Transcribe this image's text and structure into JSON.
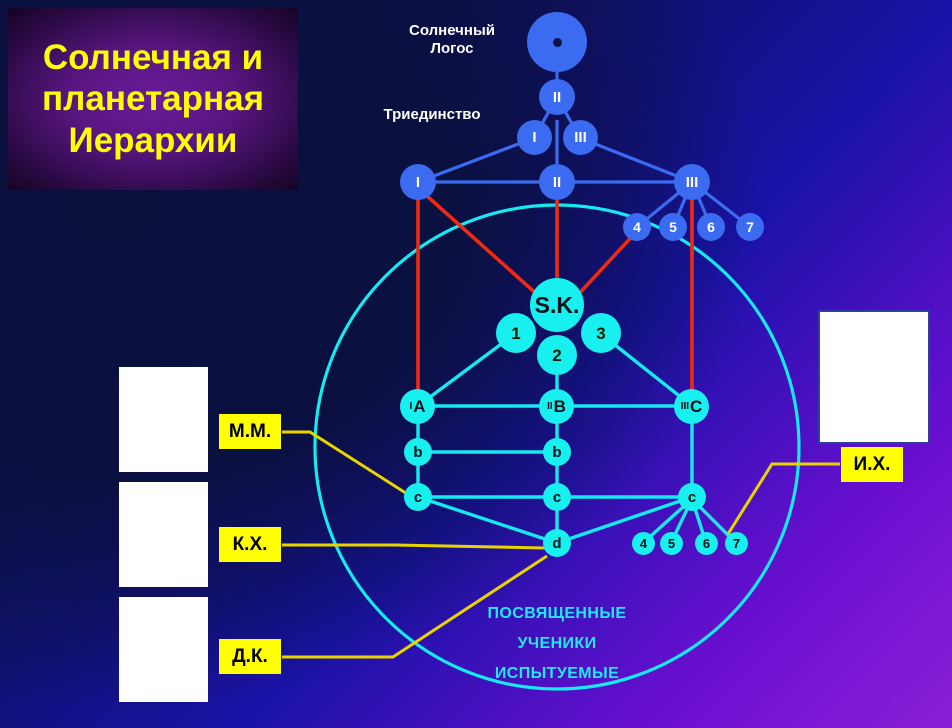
{
  "title": {
    "lines": [
      "Солнечная и",
      "планетарная",
      "Иерархии"
    ],
    "color": "#ffff00"
  },
  "labels": {
    "solar_logos": "Солнечный\nЛогос",
    "solar_logos_line1": "Солнечный",
    "solar_logos_line2": "Логос",
    "trinity": "Триединство",
    "bottom1": "ПОСВЯЩЕННЫЕ",
    "bottom2": "УЧЕНИКИ",
    "bottom3": "ИСПЫТУЕМЫЕ"
  },
  "tags": [
    {
      "id": "mm",
      "label": "М.М."
    },
    {
      "id": "kh",
      "label": "К.Х."
    },
    {
      "id": "dk",
      "label": "Д.К."
    },
    {
      "id": "ih",
      "label": "И.Х."
    }
  ],
  "nodes": {
    "sun": {
      "label": ""
    },
    "trinity": [
      {
        "label": "II"
      },
      {
        "label": "I"
      },
      {
        "label": "III"
      }
    ],
    "planetary": [
      {
        "label": "I"
      },
      {
        "label": "II"
      },
      {
        "label": "III"
      }
    ],
    "rays_upper": [
      {
        "label": "4"
      },
      {
        "label": "5"
      },
      {
        "label": "6"
      },
      {
        "label": "7"
      }
    ],
    "sk": {
      "label": "S.K."
    },
    "sk_ring": [
      {
        "label": "1"
      },
      {
        "label": "2"
      },
      {
        "label": "3"
      }
    ],
    "chohans": [
      {
        "roman": "I",
        "label": "A"
      },
      {
        "roman": "II",
        "label": "B"
      },
      {
        "roman": "III",
        "label": "C"
      }
    ],
    "row_b": [
      {
        "label": "b"
      },
      {
        "label": "b"
      }
    ],
    "row_c": [
      {
        "label": "c"
      },
      {
        "label": "c"
      },
      {
        "label": "c"
      }
    ],
    "node_d": {
      "label": "d"
    },
    "rays_lower": [
      {
        "label": "4"
      },
      {
        "label": "5"
      },
      {
        "label": "6"
      },
      {
        "label": "7"
      }
    ]
  },
  "colors": {
    "blue_node": "#3a6bf0",
    "cyan_node": "#18efef",
    "red_line": "#ee2b10",
    "cyan_line": "#17e9f0",
    "blue_line": "#3a6bf0",
    "yellow_line": "#e8d400",
    "tag_bg": "#ffff00",
    "title_text": "#ffff00",
    "cyan_text": "#22e8f5"
  }
}
